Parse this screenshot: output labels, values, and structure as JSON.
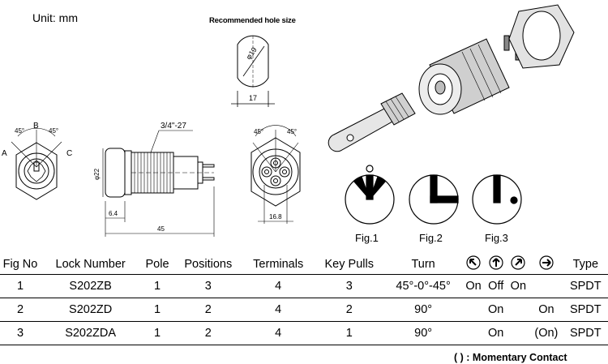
{
  "unit_label": "Unit: mm",
  "hole": {
    "label": "Recommended hole size",
    "diameter": "φ19",
    "width": "17"
  },
  "side": {
    "thread": "3/4\"-27",
    "diameter": "φ22",
    "flange": "6.4",
    "length": "45"
  },
  "front": {
    "angle_left": "45°",
    "angle_right": "45°",
    "labels": [
      "A",
      "B",
      "C"
    ]
  },
  "rear": {
    "angle_left": "45°",
    "angle_right": "45°",
    "width": "16.8"
  },
  "figures": [
    {
      "label": "Fig.1"
    },
    {
      "label": "Fig.2"
    },
    {
      "label": "Fig.3"
    }
  ],
  "table": {
    "headers": {
      "fig_no": "Fig No",
      "lock_number": "Lock Number",
      "pole": "Pole",
      "positions": "Positions",
      "terminals": "Terminals",
      "key_pulls": "Key Pulls",
      "turn": "Turn",
      "type": "Type"
    },
    "direction_icons": [
      "arrow-up-left-icon",
      "arrow-up-icon",
      "arrow-up-right-icon",
      "arrow-right-icon"
    ],
    "rows": [
      {
        "fig": "1",
        "lock": "S202ZB",
        "pole": "1",
        "positions": "3",
        "terminals": "4",
        "pulls": "3",
        "turn": "45°-0°-45°",
        "d1": "On",
        "d2": "Off",
        "d3": "On",
        "d4": "",
        "type": "SPDT"
      },
      {
        "fig": "2",
        "lock": "S202ZD",
        "pole": "1",
        "positions": "2",
        "terminals": "4",
        "pulls": "2",
        "turn": "90°",
        "d1": "",
        "d2": "On",
        "d3": "",
        "d4": "On",
        "type": "SPDT"
      },
      {
        "fig": "3",
        "lock": "S202ZDA",
        "pole": "1",
        "positions": "2",
        "terminals": "4",
        "pulls": "1",
        "turn": "90°",
        "d1": "",
        "d2": "On",
        "d3": "",
        "d4": "(On)",
        "type": "SPDT"
      }
    ]
  },
  "note": "(   ) : Momentary Contact",
  "colors": {
    "ink": "#000000",
    "paper": "#ffffff",
    "metal": "#bdbdbd"
  }
}
